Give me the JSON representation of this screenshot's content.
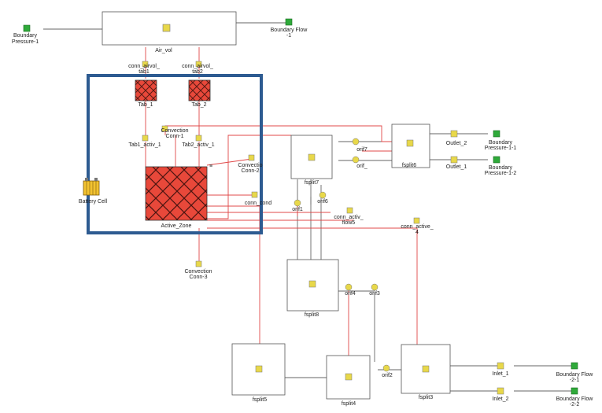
{
  "labels": {
    "air_vol": "Air_vol",
    "boundary_pressure_1": [
      "Boundary",
      "Pressure-1"
    ],
    "boundary_flow_1": [
      "Boundary Flow",
      "-1"
    ],
    "conn_airvol_tab1": [
      "conn_airvol_",
      "tab1"
    ],
    "conn_airvol_tab2": [
      "conn_airvol_",
      "tab2"
    ],
    "tab_1": "Tab_1",
    "tab_2": "Tab_2",
    "convection_conn_1": [
      "Convection",
      "Conn-1"
    ],
    "tab1_activ": "Tab1_activ_1",
    "tab2_activ": "Tab2_activ_1",
    "convection_conn_2": [
      "Convectio",
      "Conn-2"
    ],
    "battery_cell": "Battery Cell",
    "conn_cond": "conn_cond",
    "active_zone": "Active_Zone",
    "fsplit7": "fsplit7",
    "orif7": "orif7",
    "orif_unk": "orif_",
    "fsplit6": "fsplit6",
    "outlet_2": "Outlet_2",
    "outlet_1": "Outlet_1",
    "boundary_pressure_1_1": [
      "Boundary",
      "Pressure-1-1"
    ],
    "boundary_pressure_1_2": [
      "Boundary",
      "Pressure-1-2"
    ],
    "orif1": "orif1",
    "orif6": "orif6",
    "conn_activ_flow5": [
      "conn_activ_",
      "flow5"
    ],
    "conn_active_4": [
      "conn_active_",
      "4"
    ],
    "convection_conn_3": [
      "Convection",
      "Conn-3"
    ],
    "fsplit8": "fsplit8",
    "orif4": "orif4",
    "orif3": "orif3",
    "fsplit5": "fsplit5",
    "fsplit4": "fsplit4",
    "orif2": "orif2",
    "fsplit3": "fsplit3",
    "inlet_1": "Inlet_1",
    "inlet_2": "Inlet_2",
    "boundary_flow_2_1": [
      "Boundary Flow",
      "-2-1"
    ],
    "boundary_flow_2_2": [
      "Boundary Flow",
      "-2-2"
    ]
  },
  "colors": {
    "selection_frame": "#2d5b91",
    "thermal_link": "#e04848",
    "flow_link": "#666666",
    "hatch_fill": "#e8483a",
    "boundary_green": "#2faa3a",
    "icon_yellow": "#e8d84a"
  },
  "icons": {
    "component_icon": "yellow-square-icon",
    "boundary_icon": "green-square-icon",
    "orifice_icon": "yellow-circle-icon",
    "battery_icon": "battery-cell-icon"
  }
}
